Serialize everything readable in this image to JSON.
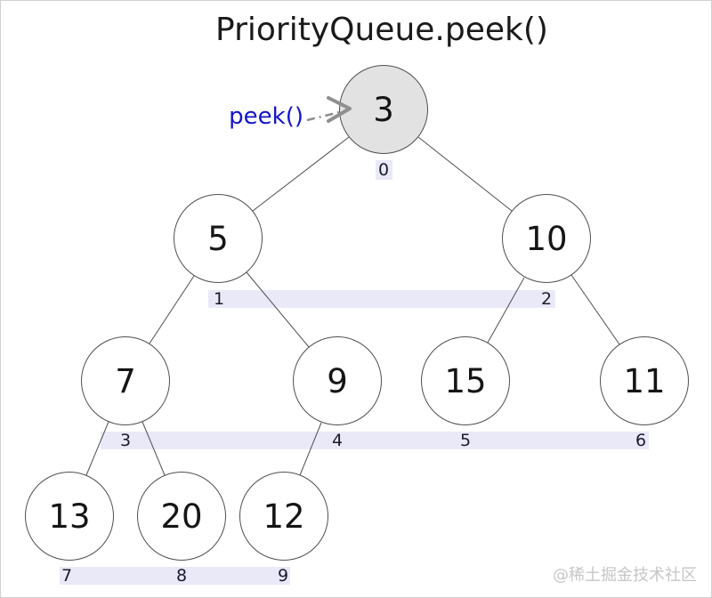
{
  "title": "PriorityQueue.peek()",
  "annotation": {
    "label": "peek()"
  },
  "watermark": "@稀土掘金技术社区",
  "heap": {
    "nodes": [
      {
        "value": "3",
        "index": "0",
        "highlighted": true
      },
      {
        "value": "5",
        "index": "1",
        "highlighted": false
      },
      {
        "value": "10",
        "index": "2",
        "highlighted": false
      },
      {
        "value": "7",
        "index": "3",
        "highlighted": false
      },
      {
        "value": "9",
        "index": "4",
        "highlighted": false
      },
      {
        "value": "15",
        "index": "5",
        "highlighted": false
      },
      {
        "value": "11",
        "index": "6",
        "highlighted": false
      },
      {
        "value": "13",
        "index": "7",
        "highlighted": false
      },
      {
        "value": "20",
        "index": "8",
        "highlighted": false
      },
      {
        "value": "12",
        "index": "9",
        "highlighted": false
      }
    ],
    "edges": [
      [
        0,
        1
      ],
      [
        0,
        2
      ],
      [
        1,
        3
      ],
      [
        1,
        4
      ],
      [
        2,
        5
      ],
      [
        2,
        6
      ],
      [
        3,
        7
      ],
      [
        3,
        8
      ],
      [
        4,
        9
      ]
    ]
  },
  "colors": {
    "root_fill": "#e2e2e2",
    "node_fill": "#ffffff",
    "node_stroke": "#4f4f4f",
    "edge": "#4f4f4f",
    "index_bar": "#e9e9f8",
    "index_text": "#1b1b2f",
    "peek_label": "#1414cc",
    "arrow": "#8f8f8f",
    "watermark": "#c6c6c6"
  }
}
